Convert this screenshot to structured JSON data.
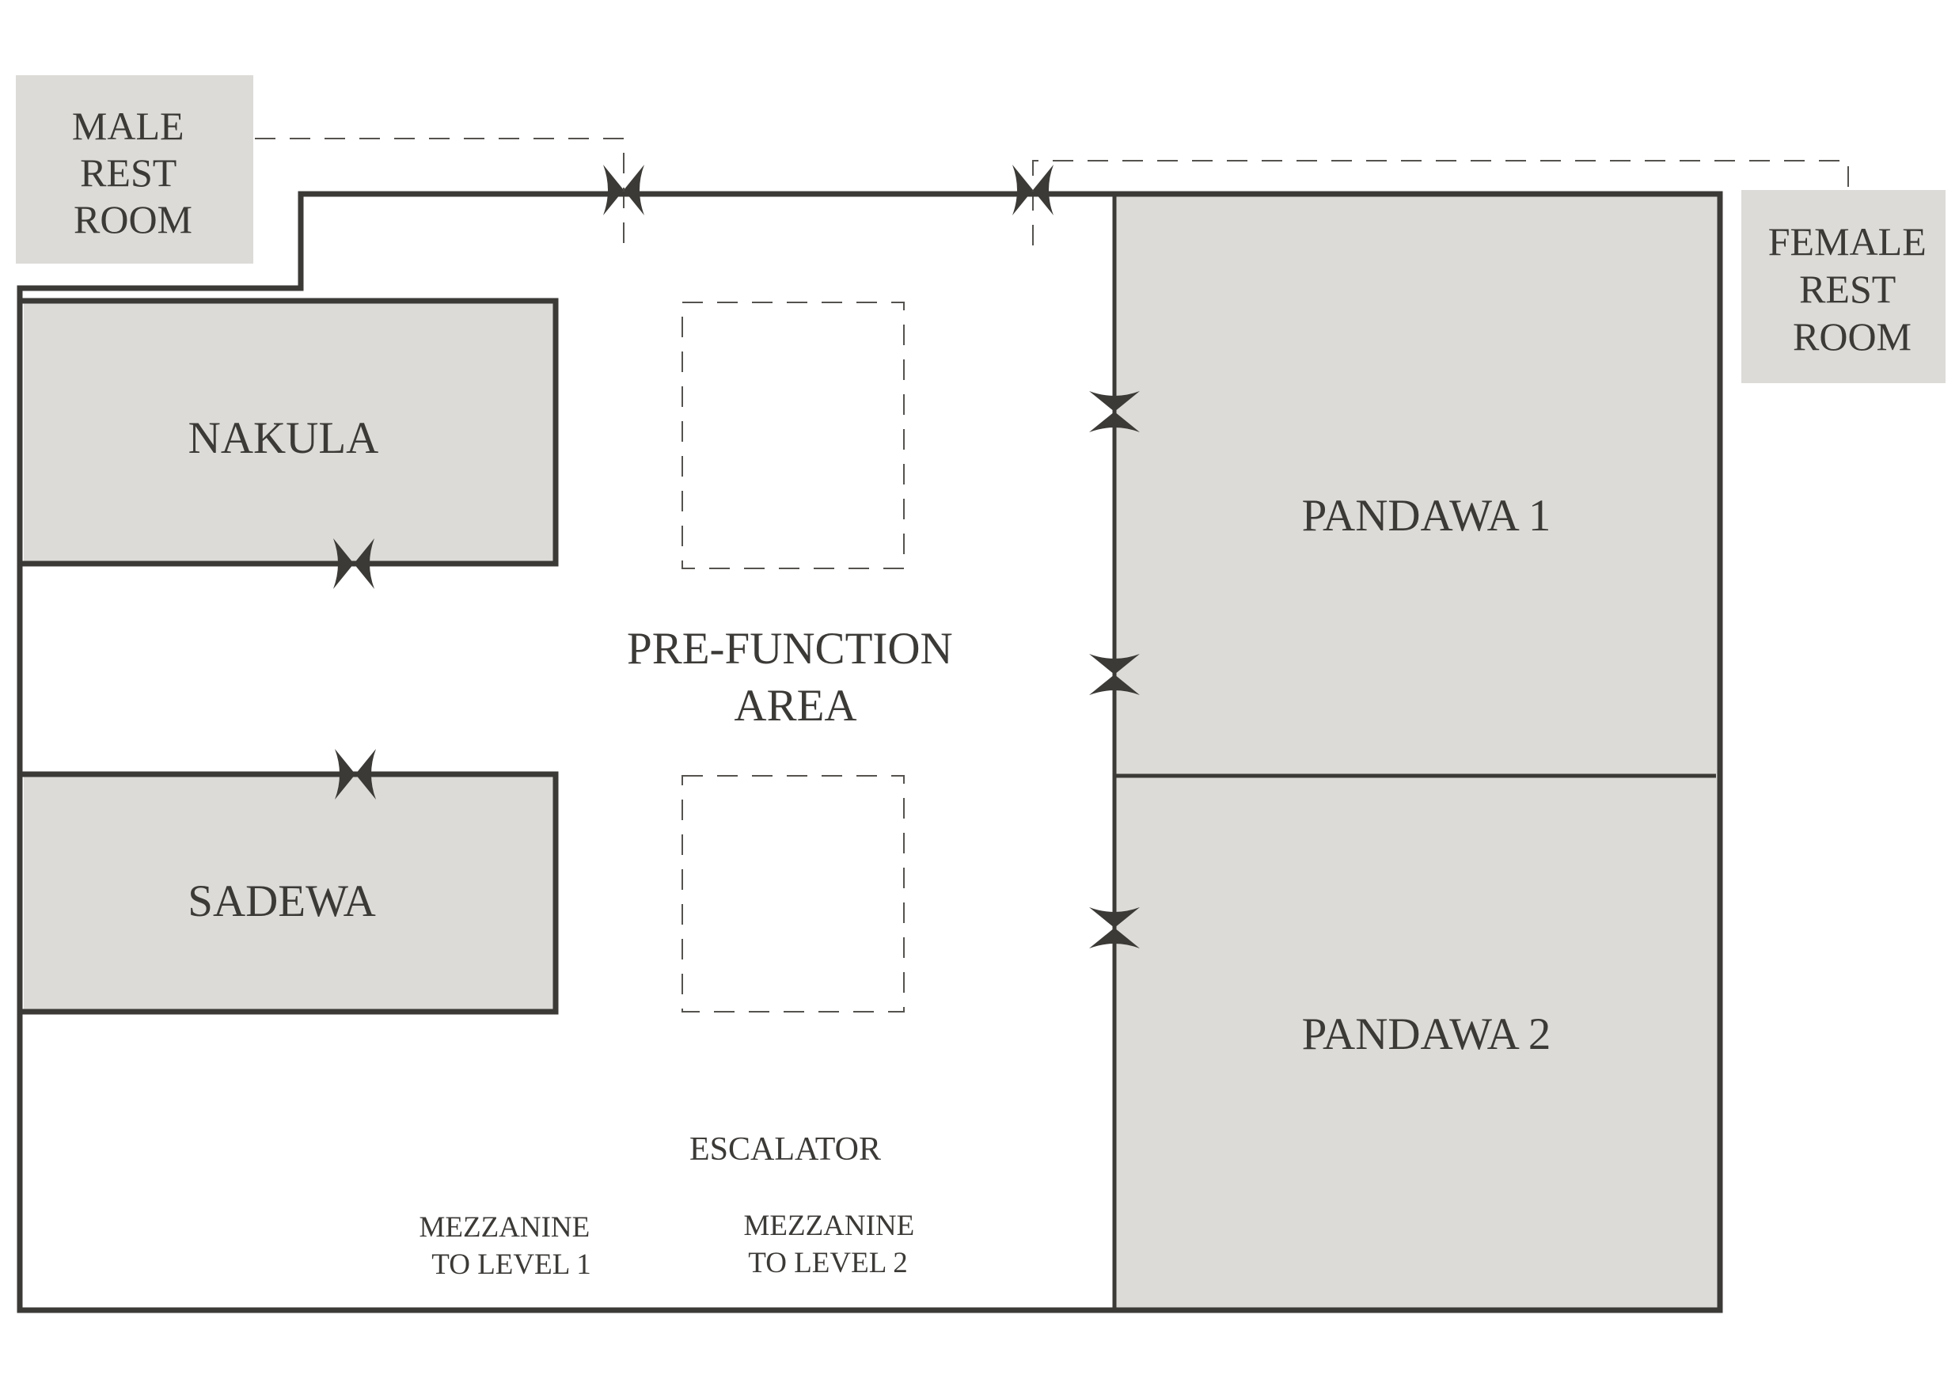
{
  "rooms": {
    "male_restroom": {
      "lines": [
        "MALE",
        "REST",
        "ROOM"
      ]
    },
    "female_restroom": {
      "lines": [
        "FEMALE",
        "REST",
        "ROOM"
      ]
    },
    "nakula": {
      "label": "NAKULA"
    },
    "sadewa": {
      "label": "SADEWA"
    },
    "pandawa_1": {
      "label": "PANDAWA 1"
    },
    "pandawa_2": {
      "label": "PANDAWA 2"
    }
  },
  "areas": {
    "pre_function": {
      "lines": [
        "PRE-FUNCTION",
        "AREA"
      ]
    },
    "escalator": {
      "label": "ESCALATOR"
    },
    "mezzanine_1": {
      "lines": [
        "MEZZANINE",
        "TO LEVEL 1"
      ]
    },
    "mezzanine_2": {
      "lines": [
        "MEZZANINE",
        "TO LEVEL 2"
      ]
    }
  },
  "colors": {
    "room_fill": "#dcdbd8",
    "wall": "#3c3a37",
    "background": "#ffffff"
  },
  "icons": {
    "door": "double-door-icon"
  }
}
